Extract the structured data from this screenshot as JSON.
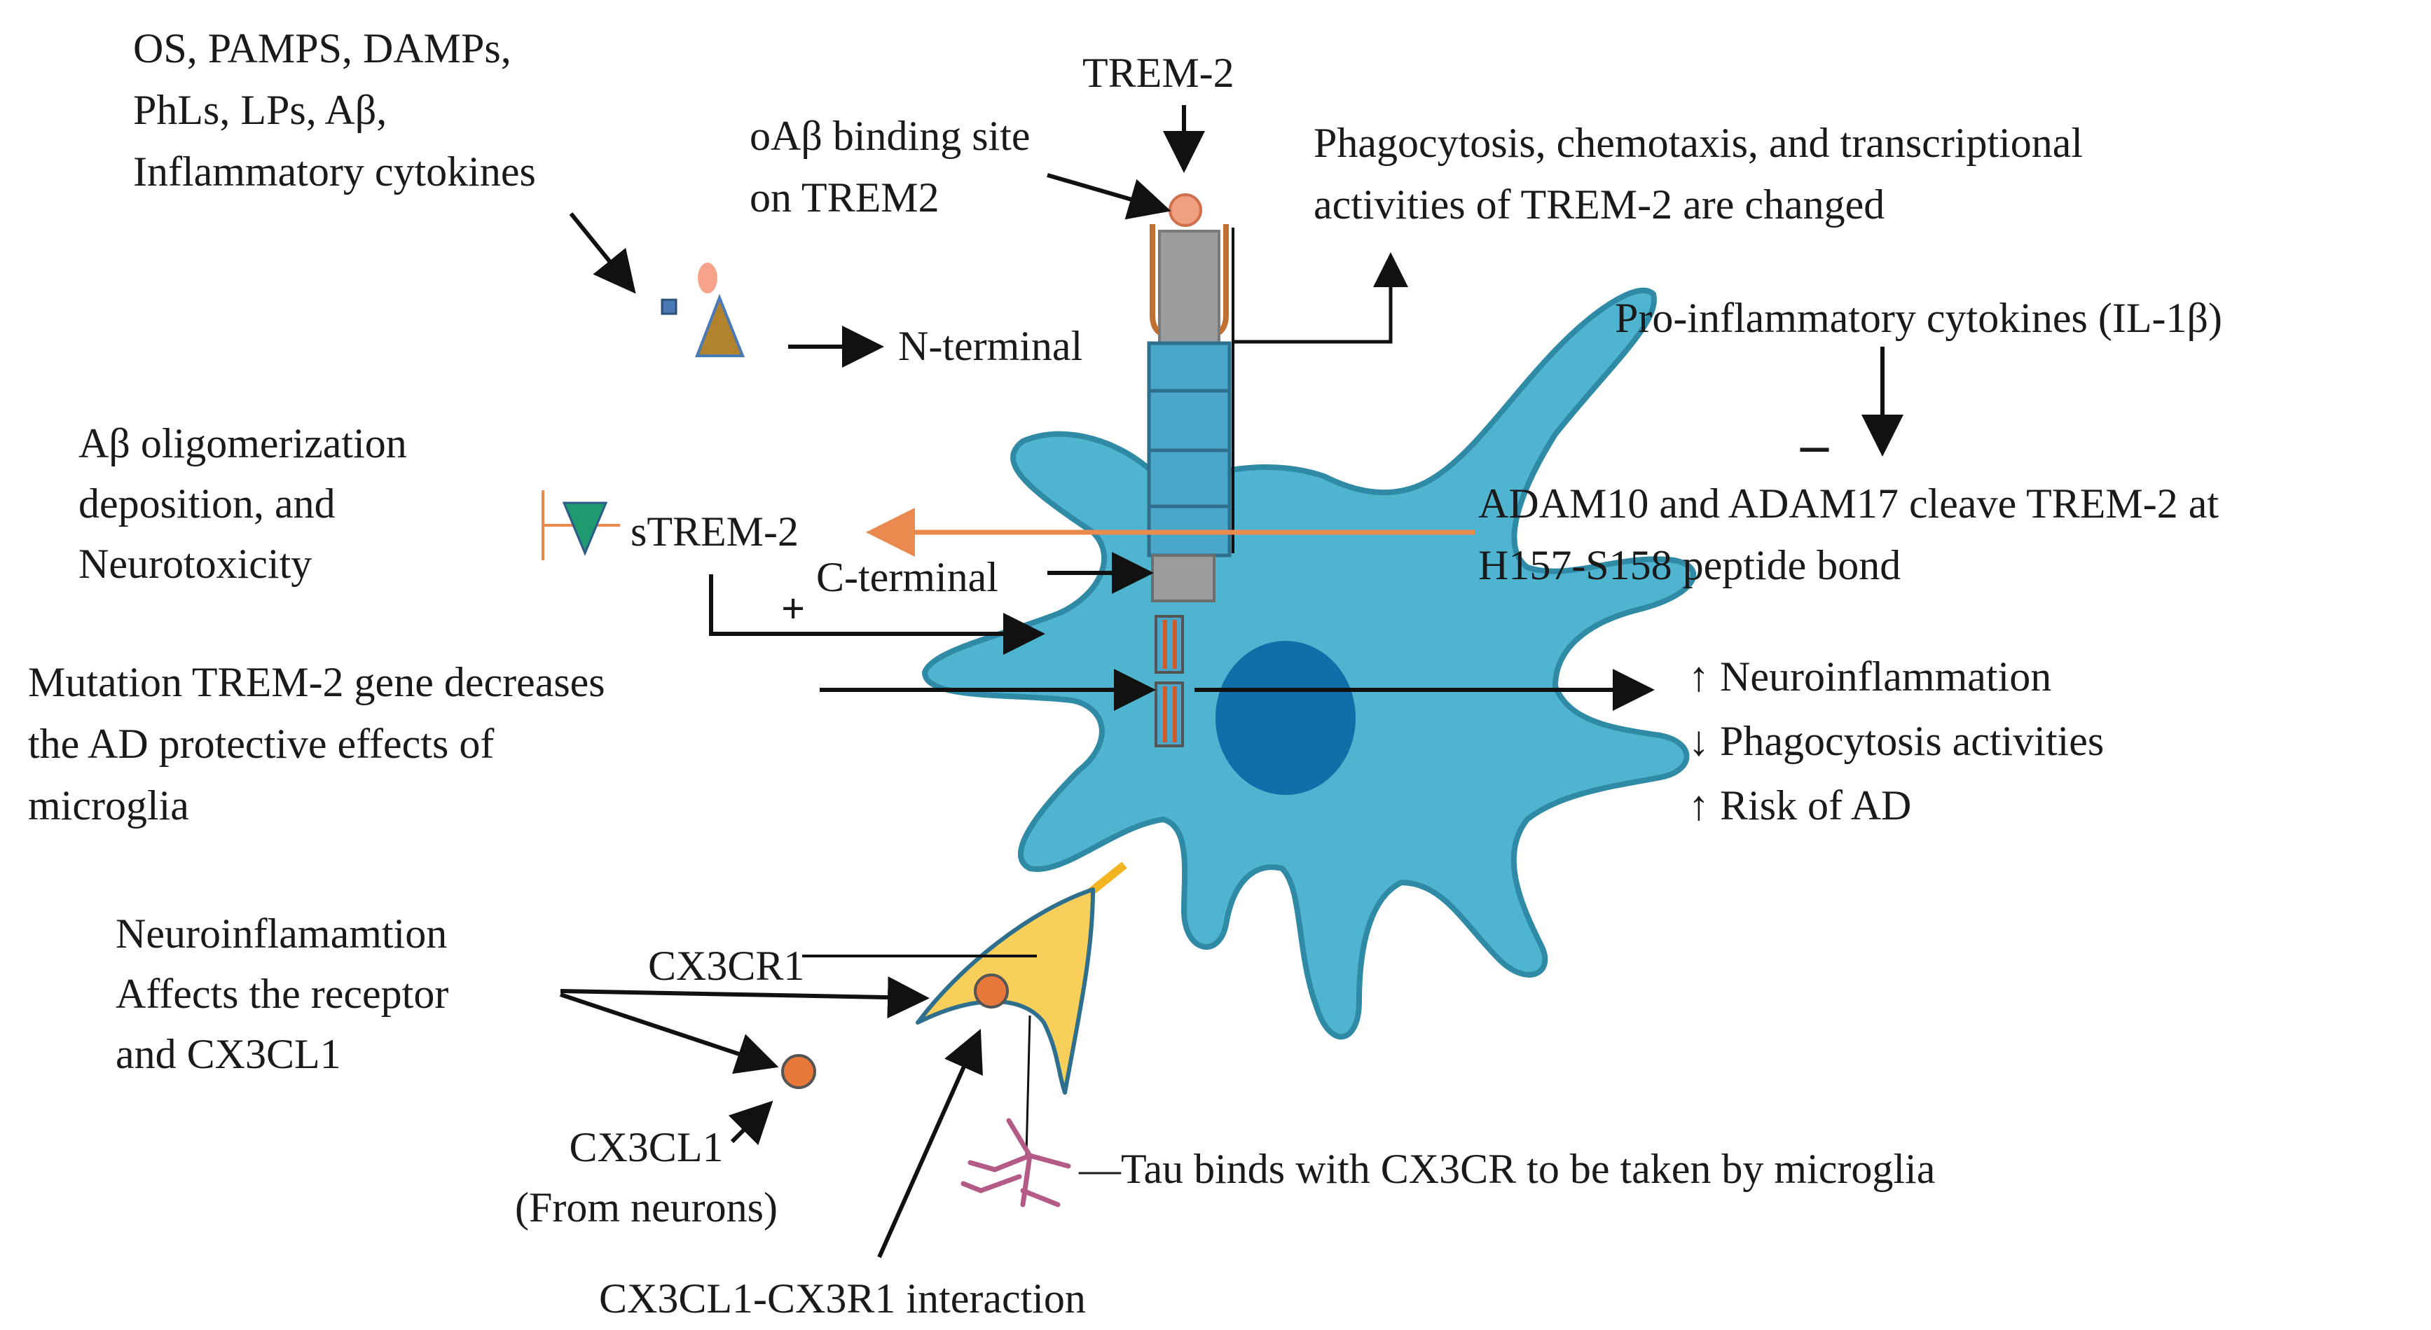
{
  "labels": {
    "triggers": [
      "OS, PAMPS, DAMPs,",
      "PhLs, LPs, Aβ,",
      "Inflammatory cytokines"
    ],
    "trem2": "TREM-2",
    "oab_site": [
      "oAβ binding site",
      "on TREM2"
    ],
    "phago_change": [
      "Phagocytosis, chemotaxis, and transcriptional",
      "activities of TREM-2 are changed"
    ],
    "n_terminal": "N-terminal",
    "pro_inflam": "Pro-inflammatory cytokines (IL-1β)",
    "ab_oligo": [
      "Aβ oligomerization",
      "deposition, and",
      "Neurotoxicity"
    ],
    "strem2": "sTREM-2",
    "adam": [
      "ADAM10 and ADAM17 cleave TREM-2 at",
      "H157-S158 peptide bond"
    ],
    "c_terminal": "C-terminal",
    "mutation": [
      "Mutation TREM-2 gene decreases",
      "the AD protective effects of",
      "microglia"
    ],
    "outcomes": [
      "↑ Neuroinflammation",
      "↓ Phagocytosis activities",
      "↑ Risk of AD"
    ],
    "neuroinflam": [
      "Neuroinflamamtion",
      "Affects the receptor",
      "and CX3CL1"
    ],
    "cx3cr1": "CX3CR1",
    "cx3cl1": [
      "CX3CL1",
      "(From neurons)"
    ],
    "tau": "—Tau binds with CX3CR to be taken by microglia",
    "interaction": "CX3CL1-CX3R1 interaction",
    "minus_sign": "–",
    "plus_sign": "+"
  },
  "colors": {
    "cell": "#4fb4cf",
    "cell_stroke": "#2f8aa6",
    "nucleus": "#0f6fa8",
    "receptor_box": "#4aa7c9",
    "receptor_stalk": "#9c9c9c",
    "orange_arrow": "#ea8a4e",
    "cx3cr1": "#f7cf5a",
    "ligand": "#e8783a",
    "strem_triangle": "#1e9a6e",
    "tau": "#b45a87",
    "arrow": "#111111"
  }
}
